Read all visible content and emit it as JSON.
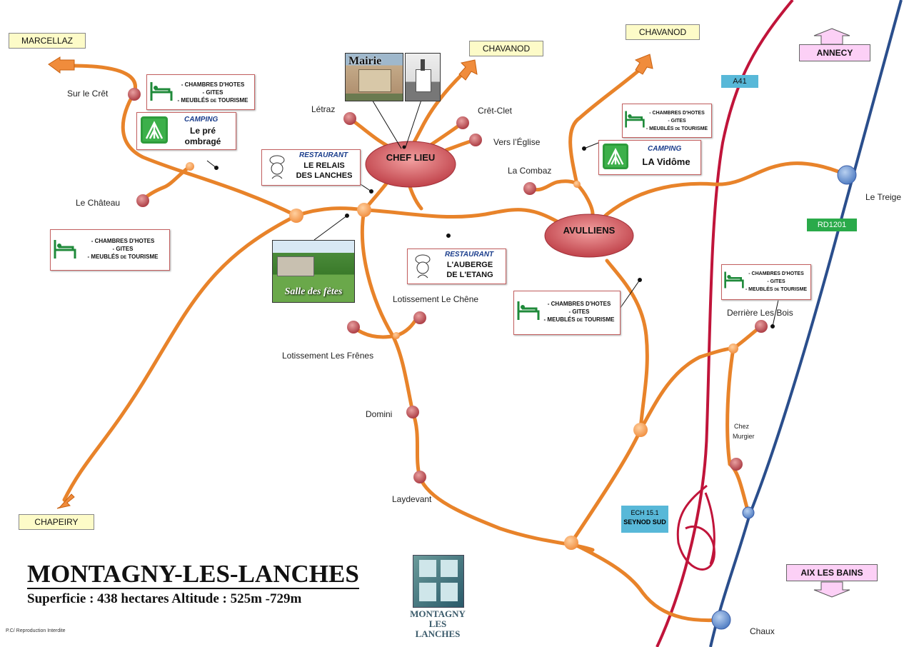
{
  "title": "MONTAGNY-LES-LANCHES",
  "subtitle": "Superficie : 438 hectares  Altitude : 525m -729m",
  "credit": "P.C/ Reproduction Interdite",
  "logo": {
    "line1": "MONTAGNY",
    "line2": "LES LANCHES"
  },
  "destinations": {
    "marcellaz": "MARCELLAZ",
    "chavanod_1": "CHAVANOD",
    "chavanod_2": "CHAVANOD",
    "chapeiry": "CHAPEIRY",
    "annecy": "ANNECY",
    "aix_les_bains": "AIX LES BAINS"
  },
  "roads": {
    "a41": "A41",
    "rd1201": "RD1201",
    "exit_line1": "ECH 15.1",
    "exit_line2": "SEYNOD SUD"
  },
  "centers": {
    "chef_lieu": "CHEF LIEU",
    "avulliens": "AVULLIENS"
  },
  "places": {
    "sur_le_cret": "Sur le Crêt",
    "letraz": "Létraz",
    "cret_clet": "Crêt-Clet",
    "vers_l_eglise": "Vers l’Église",
    "la_combaz": "La Combaz",
    "le_chateau": "Le Château",
    "le_treige": "Le Treige",
    "lotissement_le_chene": "Lotissement Le Chêne",
    "lotissement_les_frenes": "Lotissement Les Frênes",
    "domini": "Domini",
    "laydevant": "Laydevant",
    "derriere_les_bois": "Derrière Les Bois",
    "chez_murgier_1": "Chez",
    "chez_murgier_2": "Murgier",
    "chaux": "Chaux"
  },
  "lodging": {
    "line1": "- CHAMBRES D'HOTES",
    "line2": "- GITES",
    "line3": "- MEUBLÉS",
    "line3_small": "DE",
    "line3_end": "TOURISME"
  },
  "camping_1": {
    "kind": "CAMPING",
    "name1": "Le pré",
    "name2": "ombragé"
  },
  "camping_2": {
    "kind": "CAMPING",
    "name": "LA  Vidôme"
  },
  "restaurant_1": {
    "kind": "RESTAURANT",
    "name1": "LE RELAIS",
    "name2": "DES LANCHES"
  },
  "restaurant_2": {
    "kind": "RESTAURANT",
    "name1": "L'AUBERGE",
    "name2": "DE L'ETANG"
  },
  "photos": {
    "mairie": "Mairie",
    "salle": "Salle des fêtes"
  },
  "colors": {
    "road": "#e8832a",
    "highway": "#c0143a",
    "rail": "#2a4e8c",
    "node": "#b5464e",
    "junction": "#f4a05a",
    "camping": "#3cb04a",
    "lodging": "#1f8a3a",
    "ellipse": "#c0424a"
  }
}
